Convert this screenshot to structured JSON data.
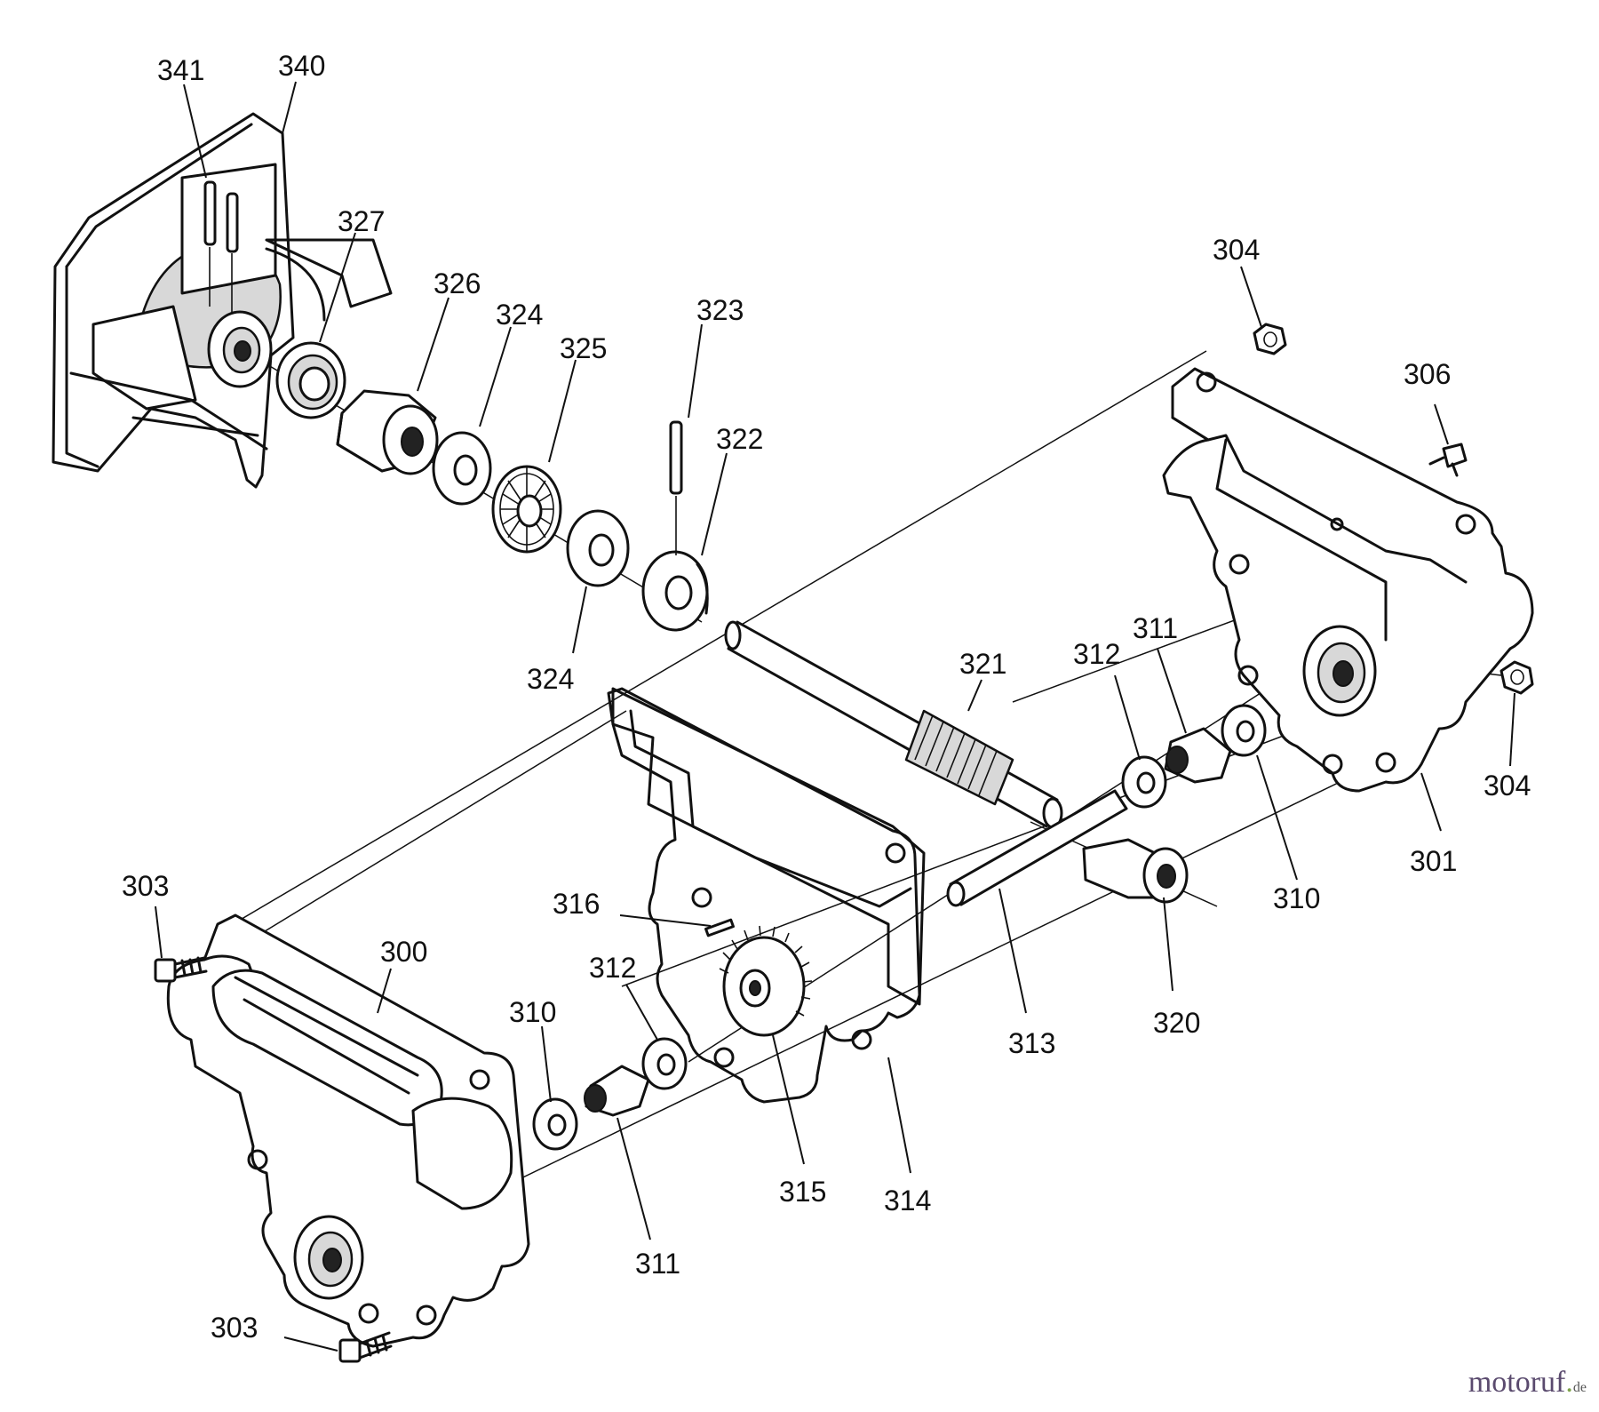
{
  "labels": {
    "p341": "341",
    "p340": "340",
    "p327": "327",
    "p326": "326",
    "p324a": "324",
    "p325": "325",
    "p323": "323",
    "p322": "322",
    "p324b": "324",
    "p304a": "304",
    "p306": "306",
    "p321": "321",
    "p312a": "312",
    "p311a": "311",
    "p304b": "304",
    "p301": "301",
    "p310a": "310",
    "p320": "320",
    "p313": "313",
    "p303a": "303",
    "p300": "300",
    "p316": "316",
    "p312b": "312",
    "p310b": "310",
    "p315": "315",
    "p314": "314",
    "p311b": "311",
    "p303b": "303"
  },
  "watermark": {
    "main": "motoruf",
    "dot": ".",
    "tld": "de"
  }
}
